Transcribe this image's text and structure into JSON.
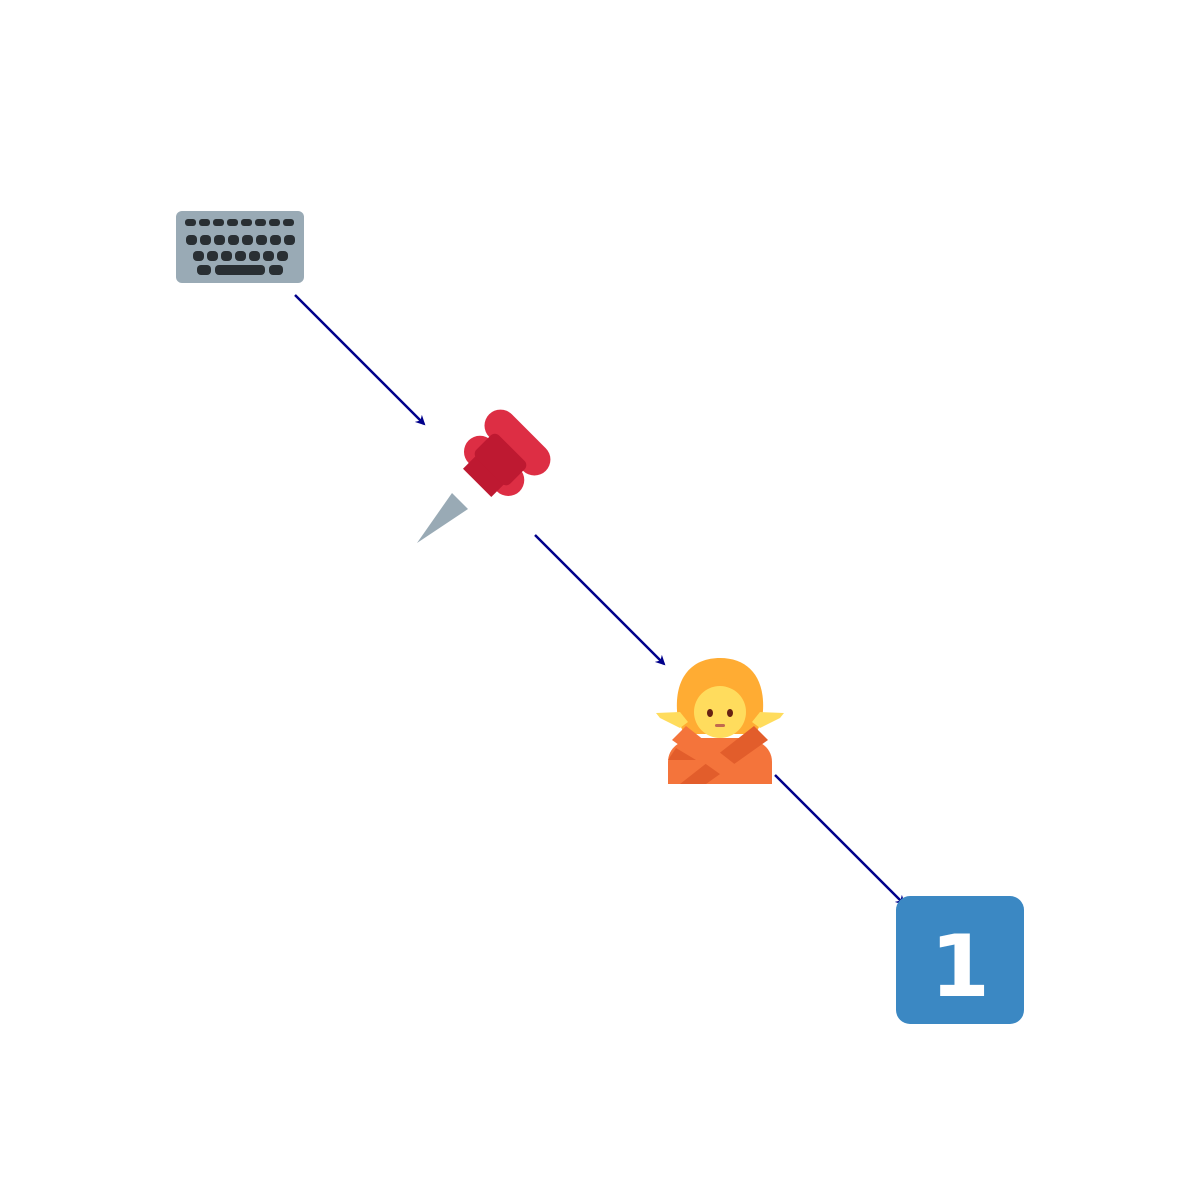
{
  "diagram": {
    "nodes": [
      {
        "id": "keyboard",
        "icon": "keyboard-icon"
      },
      {
        "id": "pushpin",
        "icon": "pushpin-icon"
      },
      {
        "id": "person-gesturing-no",
        "icon": "person-gesturing-no-icon"
      },
      {
        "id": "keycap-1",
        "icon": "keycap-one-icon",
        "text": "1"
      }
    ],
    "edges": [
      {
        "from": "keyboard",
        "to": "pushpin"
      },
      {
        "from": "pushpin",
        "to": "person-gesturing-no"
      },
      {
        "from": "person-gesturing-no",
        "to": "keycap-1"
      }
    ]
  },
  "colors": {
    "arrow": "#00008b",
    "keyboard_body": "#99aab5",
    "keyboard_keys": "#292f33",
    "pin_red": "#dd2e44",
    "pin_dark_red": "#be1931",
    "pin_needle": "#99aab5",
    "hair": "#ffac33",
    "skin": "#ffdc5d",
    "shirt": "#f4743b",
    "shirt_dark": "#e25d2b",
    "keycap_blue": "#3b88c3",
    "keycap_text": "#ffffff"
  }
}
